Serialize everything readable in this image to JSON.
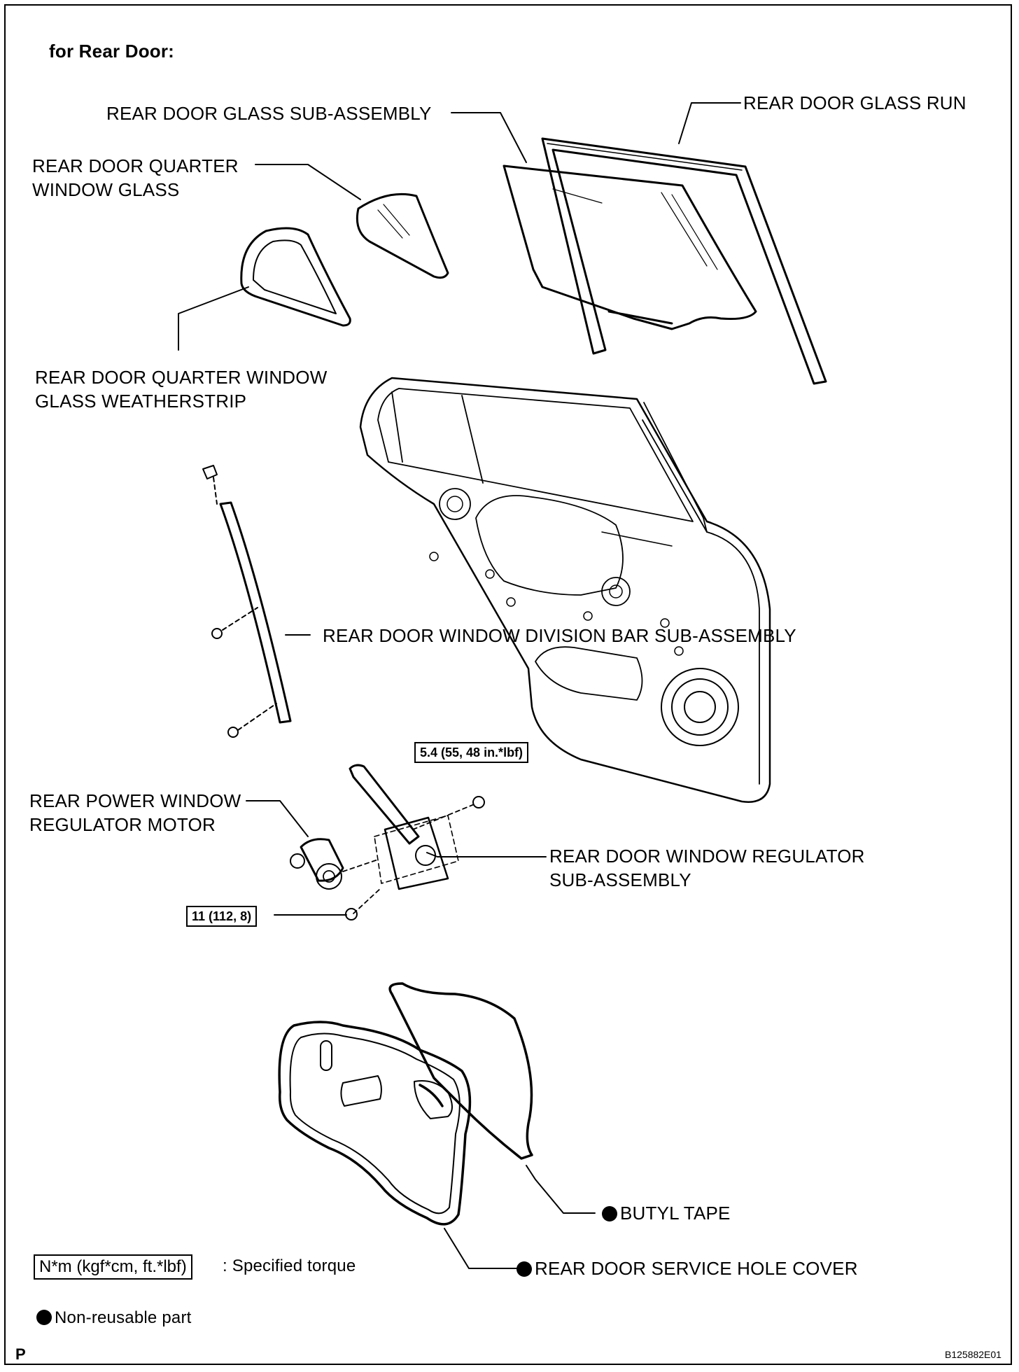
{
  "diagram": {
    "title": "for Rear Door:",
    "labels": {
      "glass_sub_assembly": "REAR DOOR GLASS SUB-ASSEMBLY",
      "glass_run": "REAR DOOR GLASS RUN",
      "quarter_glass_1": "REAR DOOR QUARTER",
      "quarter_glass_2": "WINDOW GLASS",
      "quarter_weatherstrip_1": "REAR DOOR QUARTER WINDOW",
      "quarter_weatherstrip_2": "GLASS WEATHERSTRIP",
      "division_bar": "REAR DOOR WINDOW DIVISION BAR SUB-ASSEMBLY",
      "motor_1": "REAR POWER WINDOW",
      "motor_2": "REGULATOR MOTOR",
      "regulator_1": "REAR DOOR WINDOW REGULATOR",
      "regulator_2": "SUB-ASSEMBLY",
      "butyl_tape": "BUTYL TAPE",
      "service_hole_cover": "REAR DOOR SERVICE HOLE COVER"
    },
    "torques": {
      "regulator_bolt": "5.4 (55, 48 in.*lbf)",
      "motor_bolt": "11 (112, 8)"
    },
    "legend": {
      "torque_units": "N*m (kgf*cm, ft.*lbf)",
      "torque_desc": ": Specified torque",
      "non_reusable": "Non-reusable part"
    },
    "footer": {
      "left_mark": "P",
      "figure_code": "B125882E01"
    }
  }
}
